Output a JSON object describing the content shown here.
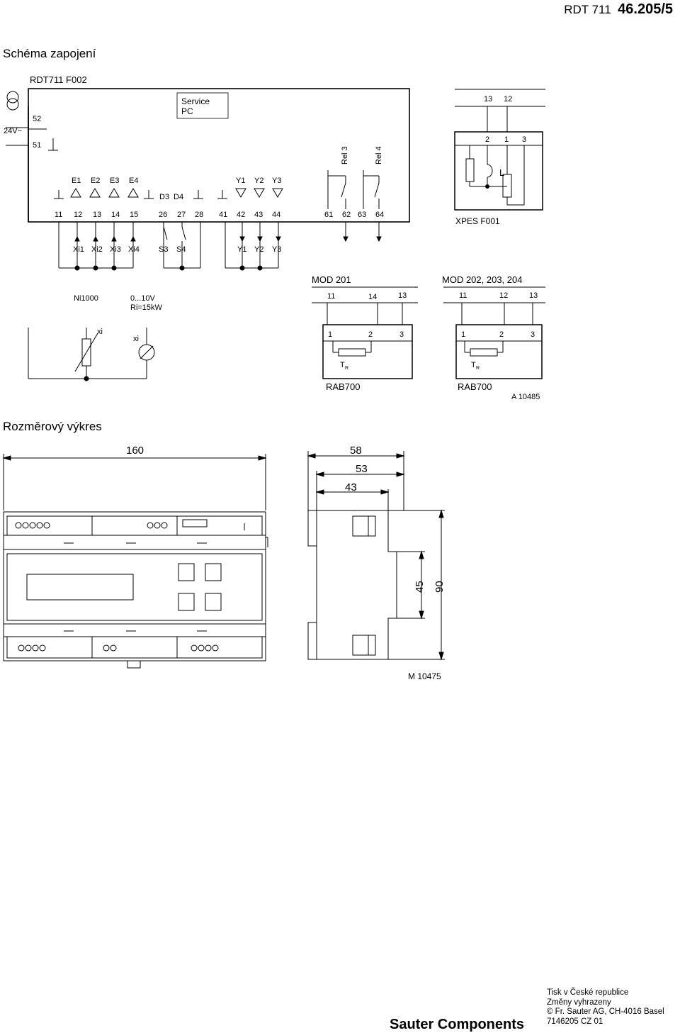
{
  "header": {
    "doc_code": "RDT 711",
    "page": "46.205/5"
  },
  "wiring": {
    "section_title": "Schéma zapojení",
    "device": "RDT711 F002",
    "supply": "24V~",
    "supply_terminals": [
      "52",
      "51"
    ],
    "service": [
      "Service",
      "PC"
    ],
    "inputs": [
      "E1",
      "E2",
      "E3",
      "E4"
    ],
    "digital": [
      "D3",
      "D4"
    ],
    "outputs": [
      "Y1",
      "Y2",
      "Y3"
    ],
    "relays": [
      "Rel 3",
      "Rel 4"
    ],
    "terminals": [
      "11",
      "12",
      "13",
      "14",
      "15",
      "26",
      "27",
      "28",
      "41",
      "42",
      "43",
      "44",
      "61",
      "62",
      "63",
      "64"
    ],
    "ext_inputs": [
      "Xi1",
      "Xi2",
      "Xi3",
      "Xi4"
    ],
    "switches": [
      "S3",
      "S4"
    ],
    "ext_outputs": [
      "Y1",
      "Y2",
      "Y3"
    ],
    "sensor_ni": "Ni1000",
    "sensor_v": [
      "0...10V",
      "Ri=15kW"
    ],
    "xi_label": "xi",
    "xpes": {
      "name": "XPES F001",
      "top_terminals": [
        "13",
        "12"
      ],
      "inner_terminals": [
        "2",
        "1",
        "3"
      ],
      "l_label": "L"
    },
    "mod201": {
      "title": "MOD 201",
      "terminals": [
        "11",
        "14",
        "13"
      ],
      "inner": [
        "1",
        "2",
        "3"
      ],
      "tr": "T",
      "tr_sub": "R",
      "name": "RAB700"
    },
    "mod202": {
      "title": "MOD 202, 203, 204",
      "terminals": [
        "11",
        "12",
        "13"
      ],
      "inner": [
        "1",
        "2",
        "3"
      ],
      "tr": "T",
      "tr_sub": "R",
      "name": "RAB700"
    },
    "ref": "A 10485"
  },
  "dimensions": {
    "section_title": "Rozměrový výkres",
    "width": "160",
    "depth1": "58",
    "depth2": "53",
    "depth3": "43",
    "height1": "45",
    "height2": "90",
    "ref": "M 10475"
  },
  "footer": {
    "brand": "Sauter Components",
    "lines": [
      "Tisk v České republice",
      "Změny vyhrazeny",
      "© Fr. Sauter AG, CH-4016 Basel",
      "7146205 CZ  01"
    ]
  }
}
